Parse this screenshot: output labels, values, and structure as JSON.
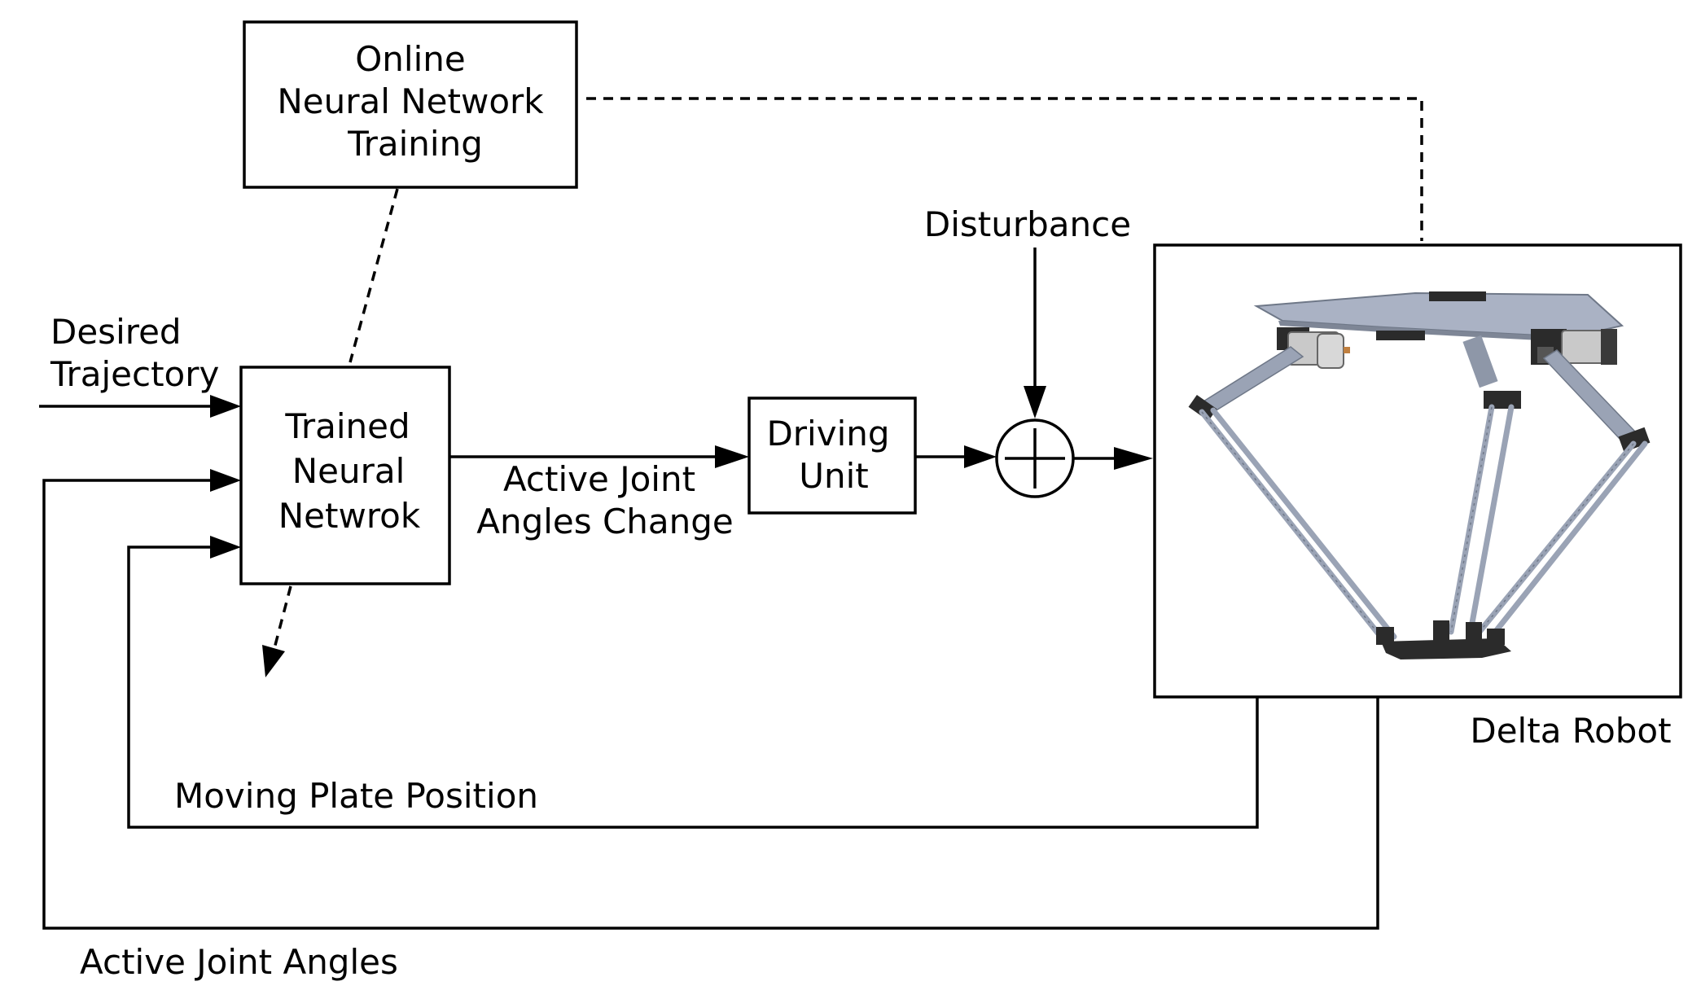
{
  "diagram": {
    "blocks": {
      "online_training": [
        "Online",
        "Neural Network",
        "Training"
      ],
      "trained_nn": [
        "Trained",
        "Neural",
        "Netwrok"
      ],
      "driving_unit": [
        "Driving",
        "Unit"
      ]
    },
    "labels": {
      "desired_trajectory": [
        "Desired",
        "Trajectory"
      ],
      "active_joint_angles_change": [
        "Active Joint",
        "Angles Change"
      ],
      "disturbance": "Disturbance",
      "delta_robot": "Delta Robot",
      "moving_plate_position": "Moving Plate Position",
      "active_joint_angles": "Active Joint Angles"
    },
    "icons": {
      "summing_junction": "circle-plus-icon",
      "robot_image": "delta-robot-illustration"
    },
    "colors": {
      "stroke": "#000000",
      "robot_plate": "#aab2c4",
      "robot_arm": "#9aa3b5",
      "robot_dark": "#2b2b2b",
      "motor": "#c9c9c9"
    }
  }
}
